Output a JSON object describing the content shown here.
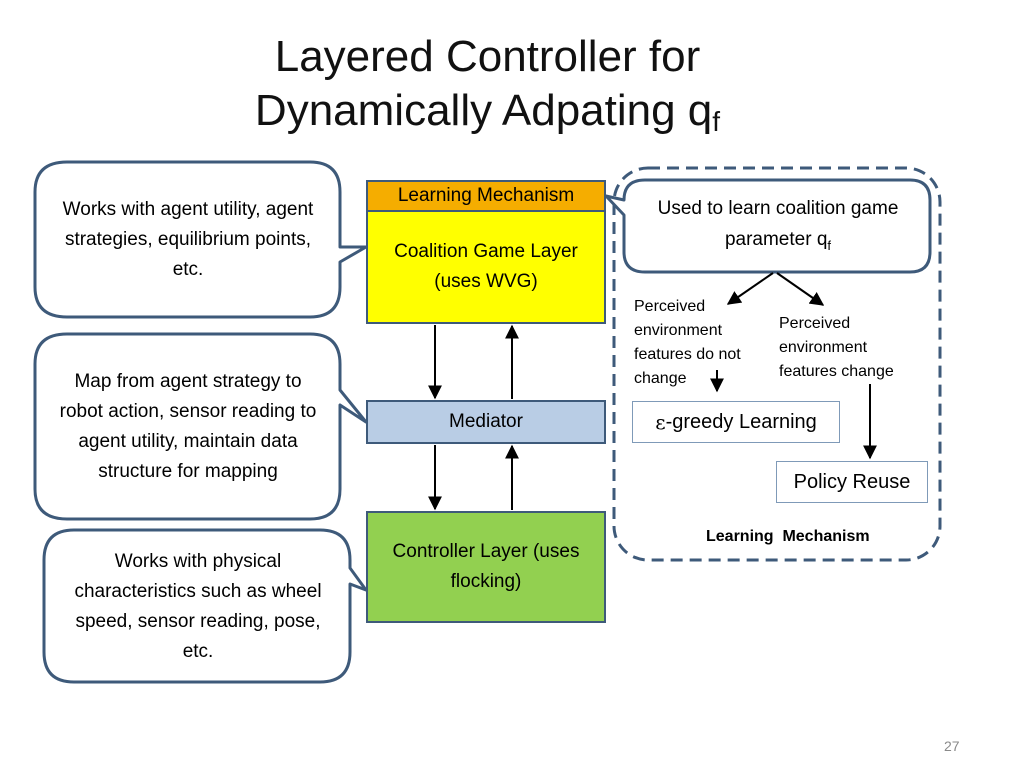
{
  "slide": {
    "title_line1": "Layered Controller for",
    "title_line2": "Dynamically Adpating q",
    "title_sub": "f",
    "page_number": "27"
  },
  "left_bubbles": [
    {
      "text": "Works with agent utility, agent strategies, equilibrium points, etc."
    },
    {
      "text": "Map from agent strategy to robot action, sensor reading to agent utility, maintain data structure for mapping"
    },
    {
      "text": "Works with physical characteristics such as wheel speed, sensor reading, pose, etc."
    }
  ],
  "layers": {
    "learning_mechanism": "Learning Mechanism",
    "coalition_game": "Coalition Game Layer (uses WVG)",
    "mediator": "Mediator",
    "controller": "Controller Layer (uses flocking)"
  },
  "learning_panel": {
    "callout_text": "Used to learn coalition game parameter q",
    "callout_sub": "f",
    "branch_left": "Perceived environment features do not change",
    "branch_right": "Perceived environment features change",
    "egreedy_symbol": "ε",
    "egreedy_text": "-greedy Learning",
    "policy_reuse": "Policy Reuse",
    "caption": "Learning  Mechanism"
  },
  "colors": {
    "border": "#3e5a7a",
    "learning_bar": "#f5ad00",
    "game_layer": "#ffff00",
    "mediator": "#b9cde5",
    "controller_layer": "#92d050"
  }
}
